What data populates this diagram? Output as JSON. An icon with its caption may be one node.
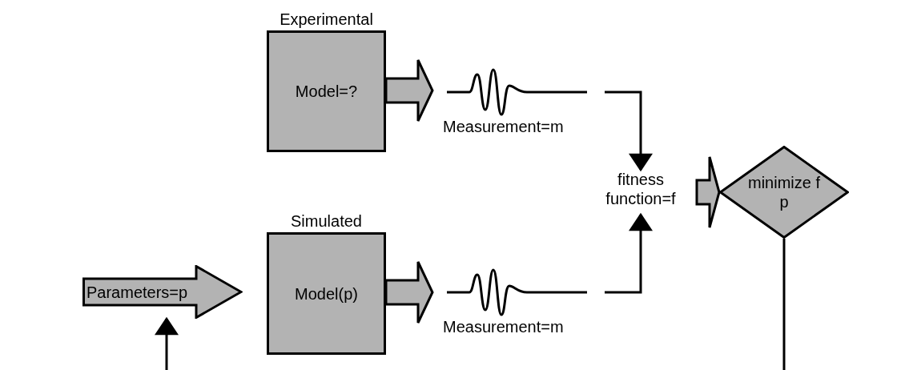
{
  "diagram": {
    "nodes": [
      {
        "text": [
          "Experimental",
          "Model=?"
        ]
      },
      {
        "text": [
          "Measurement=m"
        ]
      },
      {
        "text": [
          "fitness function=f"
        ]
      },
      {
        "text": [
          "minimize f p"
        ]
      },
      {
        "text": [
          "Parameters=p"
        ]
      },
      {
        "text": [
          "Simulated",
          "Model(p)"
        ]
      },
      {
        "text": [
          "Measurement=m"
        ]
      }
    ],
    "edges": [
      {
        "from": 0,
        "to": 1,
        "arrow": "to",
        "style": "thick"
      },
      {
        "from": 1,
        "to": 2,
        "arrow": "to"
      },
      {
        "from": 6,
        "to": 2,
        "arrow": "to"
      },
      {
        "from": 2,
        "to": 3,
        "arrow": "to",
        "style": "thick"
      },
      {
        "from": 5,
        "to": 6,
        "arrow": "to",
        "style": "thick"
      },
      {
        "from": 3,
        "to": null,
        "arrow": "none"
      },
      {
        "from": null,
        "to": 4,
        "arrow": "to"
      }
    ]
  }
}
